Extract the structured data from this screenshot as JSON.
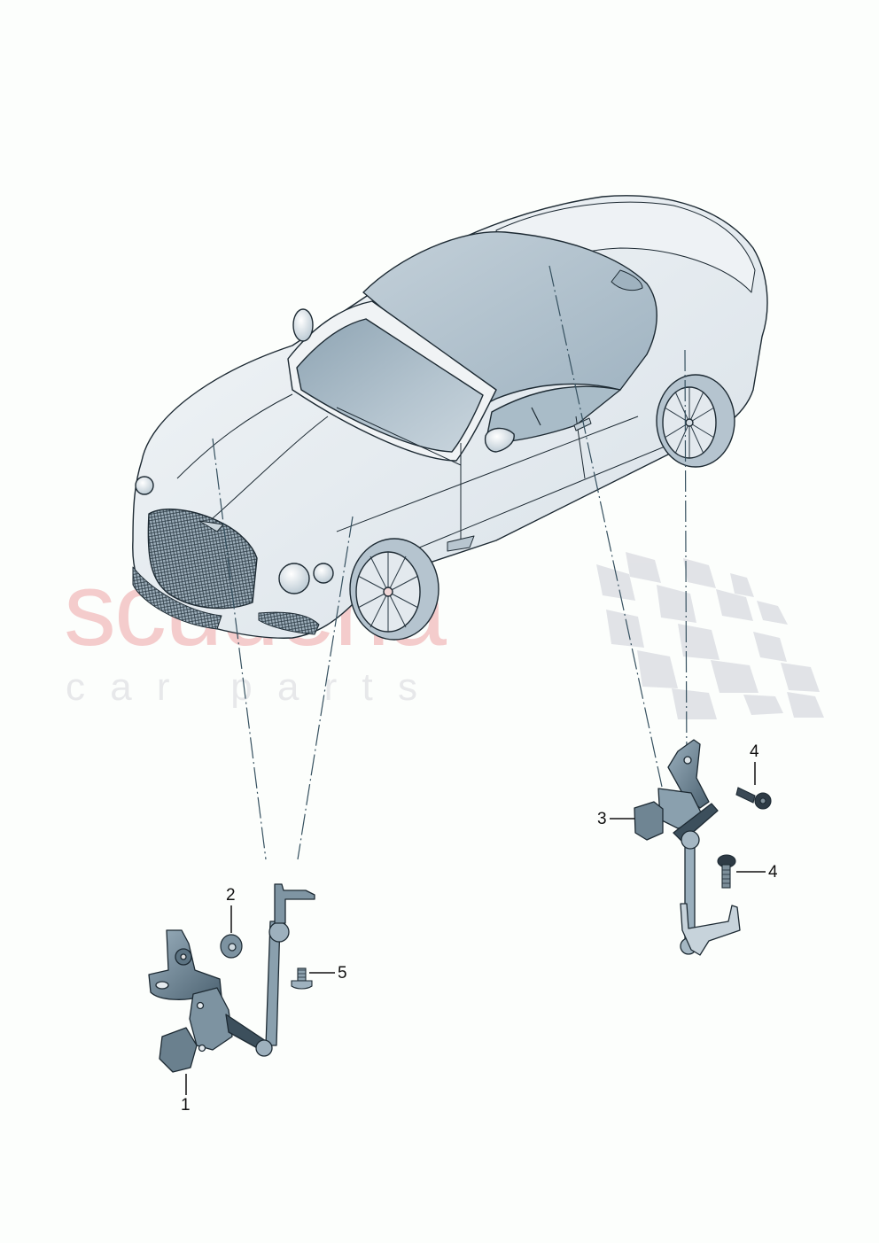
{
  "diagram": {
    "subject": "Convertible car (isometric view) with vehicle level / headlight range sensors",
    "background": "#fcfefc",
    "colors": {
      "outline": "#1d2a33",
      "body_fill": "#e6ecf1",
      "glass_fill": "#a3b6c3",
      "part_fill": "#6f8797",
      "part_dark": "#3f5361",
      "leader_line": "#35505f",
      "watermark_red": "#f2c6c6",
      "watermark_grey": "#e4e6ea"
    }
  },
  "watermark": {
    "brand": "scuderia",
    "tagline": "c a r   p a r t s",
    "flag_icon": "checkered-flag"
  },
  "callouts": [
    {
      "number": "1",
      "part": "front level sensor assembly"
    },
    {
      "number": "2",
      "part": "nut"
    },
    {
      "number": "3",
      "part": "rear level sensor assembly"
    },
    {
      "number": "4",
      "part": "bolt"
    },
    {
      "number": "4b",
      "label": "4",
      "part": "bolt"
    },
    {
      "number": "5",
      "part": "bolt"
    }
  ],
  "labels": {
    "c1": "1",
    "c2": "2",
    "c3": "3",
    "c4a": "4",
    "c4b": "4",
    "c5": "5"
  }
}
